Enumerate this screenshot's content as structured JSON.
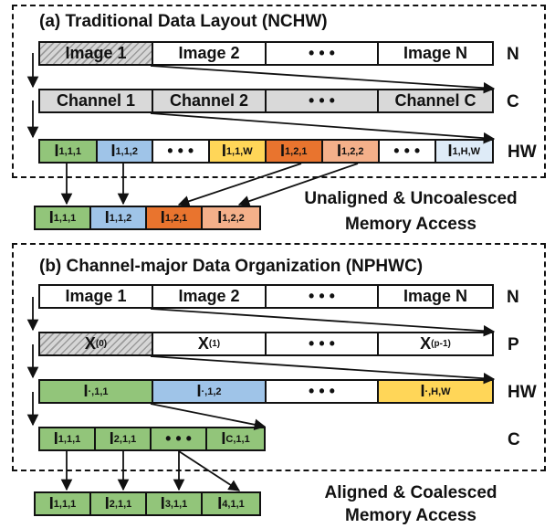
{
  "colors": {
    "green": "#92c57a",
    "blue": "#9fc4e8",
    "yellow": "#ffd658",
    "orange": "#e9742e",
    "peach": "#f4b08a",
    "lightblue": "#deebf7",
    "gray": "#d9d9d9",
    "white": "#ffffff"
  },
  "panel_a": {
    "title": "(a) Traditional Data Layout (NCHW)",
    "images": {
      "items": [
        "Image 1",
        "Image 2",
        "• • •",
        "Image N"
      ],
      "side": "N"
    },
    "channels": {
      "items": [
        "Channel 1",
        "Channel 2",
        "• • •",
        "Channel C"
      ],
      "side": "C"
    },
    "hw": {
      "items": [
        {
          "main": "I",
          "sub": "1,1,1"
        },
        {
          "main": "I",
          "sub": "1,1,2"
        },
        {
          "main": "• • •",
          "sub": ""
        },
        {
          "main": "I",
          "sub": "1,1,W"
        },
        {
          "main": "I",
          "sub": "1,2,1"
        },
        {
          "main": "I",
          "sub": "1,2,2"
        },
        {
          "main": "• • •",
          "sub": ""
        },
        {
          "main": "I",
          "sub": "1,H,W"
        }
      ],
      "side": "HW"
    },
    "access": {
      "items": [
        {
          "main": "I",
          "sub": "1,1,1"
        },
        {
          "main": "I",
          "sub": "1,1,2"
        },
        {
          "main": "I",
          "sub": "1,2,1"
        },
        {
          "main": "I",
          "sub": "1,2,2"
        }
      ]
    },
    "caption_line1": "Unaligned & Uncoalesced",
    "caption_line2": "Memory Access"
  },
  "panel_b": {
    "title": "(b) Channel-major Data Organization (NPHWC)",
    "images": {
      "items": [
        "Image 1",
        "Image 2",
        "• • •",
        "Image N"
      ],
      "side": "N"
    },
    "partitions": {
      "items": [
        {
          "main": "X",
          "sup": "(0)"
        },
        {
          "main": "X",
          "sup": "(1)"
        },
        {
          "main": "• • •",
          "sup": ""
        },
        {
          "main": "X",
          "sup": "(p-1)"
        }
      ],
      "side": "P"
    },
    "hw": {
      "items": [
        {
          "main": "I",
          "sub": "·,1,1"
        },
        {
          "main": "I",
          "sub": "·,1,2"
        },
        {
          "main": "• • •",
          "sub": ""
        },
        {
          "main": "I",
          "sub": "·,H,W"
        }
      ],
      "side": "HW"
    },
    "channels": {
      "items": [
        {
          "main": "I",
          "sub": "1,1,1"
        },
        {
          "main": "I",
          "sub": "2,1,1"
        },
        {
          "main": "• • •",
          "sub": ""
        },
        {
          "main": "I",
          "sub": "C,1,1"
        }
      ],
      "side": "C"
    },
    "access": {
      "items": [
        {
          "main": "I",
          "sub": "1,1,1"
        },
        {
          "main": "I",
          "sub": "2,1,1"
        },
        {
          "main": "I",
          "sub": "3,1,1"
        },
        {
          "main": "I",
          "sub": "4,1,1"
        }
      ]
    },
    "caption_line1": "Aligned & Coalesced",
    "caption_line2": "Memory Access"
  }
}
